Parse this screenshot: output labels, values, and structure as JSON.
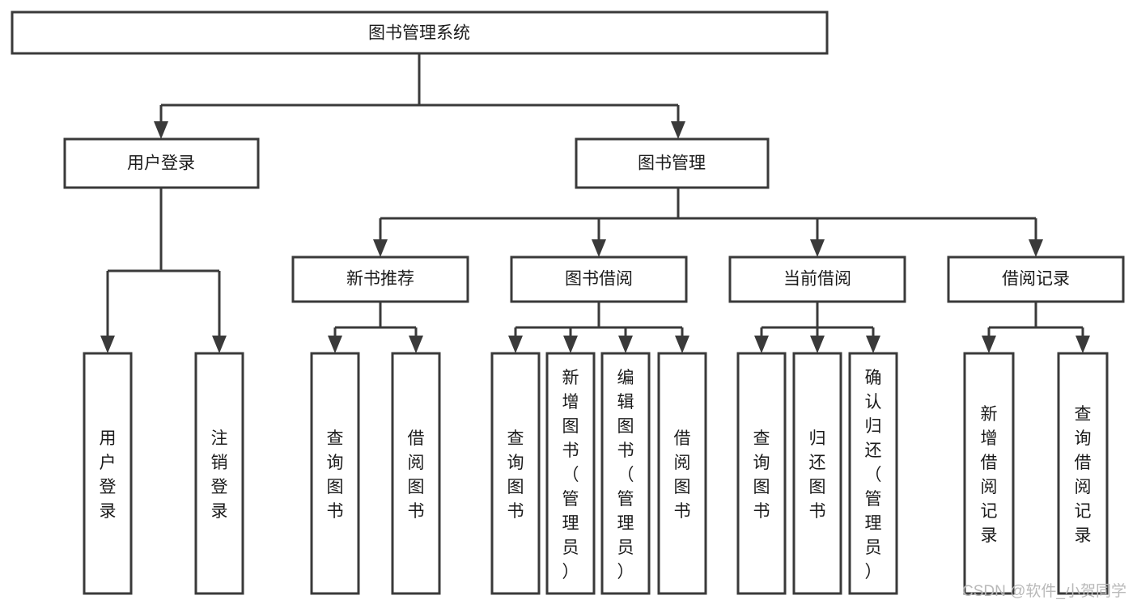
{
  "diagram": {
    "type": "hierarchy-tree",
    "title": "图书管理系统",
    "orientation": "top-down",
    "levels": 4,
    "nodes": {
      "root": {
        "label": "图书管理系统",
        "level": 1
      },
      "l2": [
        {
          "id": "user-login",
          "label": "用户登录",
          "level": 2
        },
        {
          "id": "book-manage",
          "label": "图书管理",
          "level": 2
        }
      ],
      "l3": [
        {
          "id": "new-book-rec",
          "label": "新书推荐",
          "level": 3,
          "parent": "book-manage"
        },
        {
          "id": "book-borrow",
          "label": "图书借阅",
          "level": 3,
          "parent": "book-manage"
        },
        {
          "id": "current-borrow",
          "label": "当前借阅",
          "level": 3,
          "parent": "book-manage"
        },
        {
          "id": "borrow-record",
          "label": "借阅记录",
          "level": 3,
          "parent": "book-manage"
        }
      ],
      "leaves": {
        "user-login": [
          {
            "id": "leaf-user-login",
            "label": "用户登录"
          },
          {
            "id": "leaf-logout",
            "label": "注销登录"
          }
        ],
        "new-book-rec": [
          {
            "id": "leaf-query-book-1",
            "label": "查询图书"
          },
          {
            "id": "leaf-borrow-book-1",
            "label": "借阅图书"
          }
        ],
        "book-borrow": [
          {
            "id": "leaf-query-book-2",
            "label": "查询图书"
          },
          {
            "id": "leaf-add-book",
            "label": "新增图书（管理员）"
          },
          {
            "id": "leaf-edit-book",
            "label": "编辑图书（管理员）"
          },
          {
            "id": "leaf-borrow-book-2",
            "label": "借阅图书"
          }
        ],
        "current-borrow": [
          {
            "id": "leaf-query-book-3",
            "label": "查询图书"
          },
          {
            "id": "leaf-return-book",
            "label": "归还图书"
          },
          {
            "id": "leaf-confirm-return",
            "label": "确认归还（管理员）"
          }
        ],
        "borrow-record": [
          {
            "id": "leaf-add-record",
            "label": "新增借阅记录"
          },
          {
            "id": "leaf-query-record",
            "label": "查询借阅记录"
          }
        ]
      }
    },
    "colors": {
      "box_stroke": "#3a3a3a",
      "box_fill": "#ffffff",
      "text": "#1b1b1b",
      "connector": "#3a3a3a",
      "watermark": "#b9b9b9",
      "background": "#ffffff"
    }
  },
  "watermark": {
    "text": "CSDN @软件_小贺同学"
  }
}
